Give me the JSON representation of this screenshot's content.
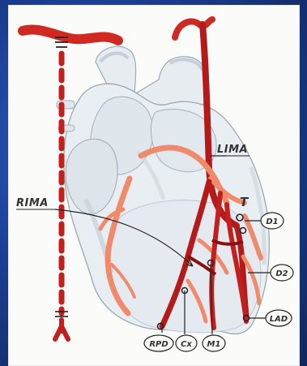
{
  "labels": {
    "lima": "LIMA",
    "rima": "RIMA",
    "t": "T",
    "d1": "D1",
    "d2": "D2",
    "lad": "LAD",
    "rpd": "RPD",
    "cx": "Cx",
    "m1": "M1"
  },
  "colors": {
    "artery_dark": "#b51a1a",
    "artery_mid": "#cf2a22",
    "artery_light": "#f08a6a",
    "heart_fill": "#e8eef2",
    "heart_shade": "#c6d2db",
    "background": "#1b3f95",
    "panel": "#fbfbfa"
  }
}
